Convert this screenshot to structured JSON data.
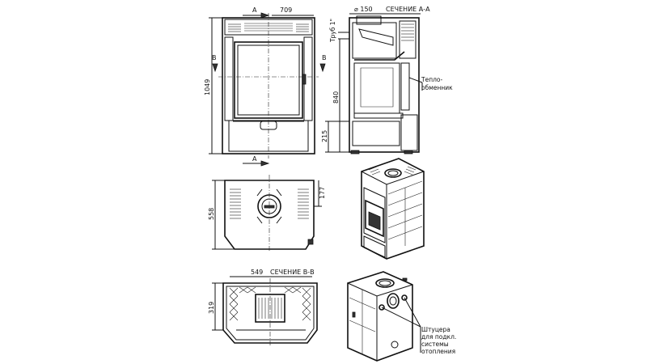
{
  "front_view": {
    "section_mark": "A",
    "section_mark_bottom": "A",
    "width_dim": "709",
    "height_dim": "1049",
    "side_mark_left": "B",
    "side_mark_right": "B"
  },
  "section_view": {
    "pipe_diameter": "⌀ 150",
    "title": "СЕЧЕНИЕ А-А",
    "pipe_thread": "Труб 1\"",
    "height_dim": "840",
    "low_dim": "215",
    "heat_exchanger_label": [
      "Тепло-",
      "обменник"
    ]
  },
  "plan_view": {
    "depth_dim": "558",
    "offset_dim": "177"
  },
  "section_bb": {
    "width_dim": "549",
    "title": "СЕЧЕНИЕ В-В",
    "depth_dim": "319"
  },
  "rear_iso": {
    "fittings_label": [
      "Штуцера",
      "для подкл.",
      "системы",
      "отопления"
    ]
  },
  "colors": {
    "line": "#111111",
    "paper": "#ffffff"
  }
}
